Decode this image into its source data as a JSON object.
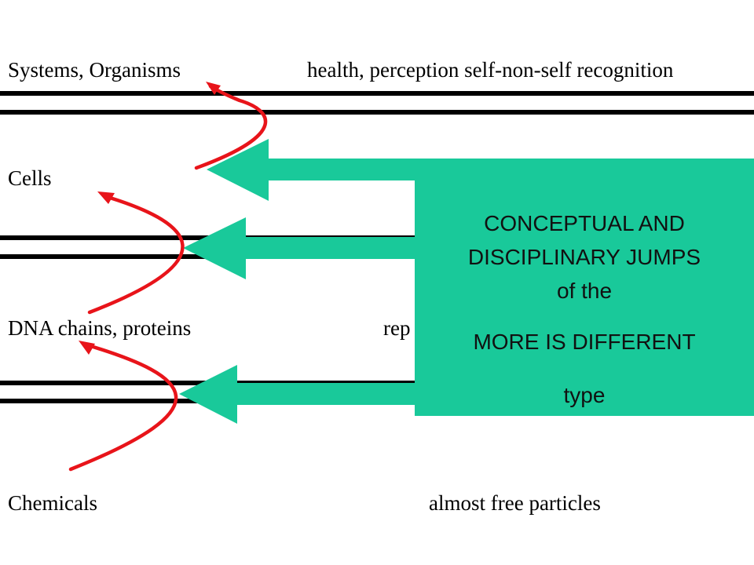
{
  "levels": {
    "systems": {
      "name": "Systems,  Organisms",
      "property": "health, perception self-non-self recognition"
    },
    "cells": {
      "name": "Cells"
    },
    "dna": {
      "name": "DNA chains, proteins",
      "property": "rep"
    },
    "chemicals": {
      "name": "Chemicals",
      "property": "almost free particles"
    }
  },
  "note": {
    "line1": "CONCEPTUAL AND",
    "line2": "DISCIPLINARY JUMPS",
    "line3": "of the",
    "line4": "MORE IS DIFFERENT",
    "line5": "type"
  },
  "colors": {
    "arrow_fill": "#19c99a",
    "curve": "#e8141a",
    "rule": "#000000"
  }
}
